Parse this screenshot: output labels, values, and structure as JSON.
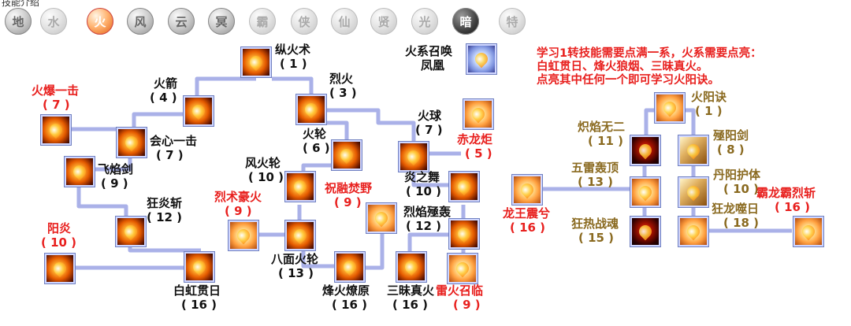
{
  "header": {
    "title": "技能介绍"
  },
  "colors": {
    "link": "#aab1e8",
    "red": "#e8201e",
    "gold": "#8a6a20",
    "dark": "#111111"
  },
  "tabs": [
    {
      "label": "地",
      "state": "normal"
    },
    {
      "label": "水",
      "state": "faded"
    },
    {
      "label": "火",
      "state": "active"
    },
    {
      "label": "风",
      "state": "normal"
    },
    {
      "label": "云",
      "state": "normal"
    },
    {
      "label": "冥",
      "state": "normal"
    },
    {
      "label": "霸",
      "state": "faded"
    },
    {
      "label": "侠",
      "state": "faded"
    },
    {
      "label": "仙",
      "state": "faded"
    },
    {
      "label": "贤",
      "state": "faded"
    },
    {
      "label": "光",
      "state": "faded"
    },
    {
      "label": "暗",
      "state": "dark"
    },
    {
      "label": "特",
      "state": "faded"
    }
  ],
  "note": {
    "line1": "学习1转技能需要点满一系，火系需要点亮：",
    "line2": "白虹贯日、烽火狼烟、三昧真火。",
    "line3": "点亮其中任何一个即可学习火阳诀。"
  },
  "skills": {
    "zonghuoshu": {
      "name": "纵火术",
      "lvl": "( 1 )"
    },
    "huojian": {
      "name": "火箭",
      "lvl": "( 4 )"
    },
    "liehuo": {
      "name": "烈火",
      "lvl": "( 3 )"
    },
    "huobao": {
      "name": "火爆一击",
      "lvl": "( 7 )"
    },
    "huixin": {
      "name": "会心一击",
      "lvl": "( 7 )"
    },
    "feiyanjian": {
      "name": "飞焰剑",
      "lvl": "( 9 )"
    },
    "kuangyanzhan": {
      "name": "狂炎斩",
      "lvl": "( 12 )"
    },
    "yangyan": {
      "name": "阳炎",
      "lvl": "( 10 )"
    },
    "baihong": {
      "name": "白虹贯日",
      "lvl": "( 16 )"
    },
    "huolun": {
      "name": "火轮",
      "lvl": "( 6 )"
    },
    "fenghuolun": {
      "name": "风火轮",
      "lvl": "( 10 )"
    },
    "lieshu": {
      "name": "烈术豪火",
      "lvl": "( 9 )"
    },
    "bamian": {
      "name": "八面火轮",
      "lvl": "( 13 )"
    },
    "zhurong": {
      "name": "祝融焚野",
      "lvl": "( 9 )"
    },
    "fenghuoliao": {
      "name": "烽火燎原",
      "lvl": "( 16 )"
    },
    "huoqiu": {
      "name": "火球",
      "lvl": "( 7 )"
    },
    "chilong": {
      "name": "赤龙炬",
      "lvl": "( 5 )"
    },
    "yanzhiwu": {
      "name": "炎之舞",
      "lvl": "( 10 )"
    },
    "lieyan": {
      "name": "烈焰殛轰",
      "lvl": "( 12 )"
    },
    "sanmei": {
      "name": "三昧真火",
      "lvl": "( 16 )"
    },
    "leihuo": {
      "name": "雷火召临",
      "lvl": "( 9 )"
    },
    "fenghuang": {
      "name": "火系召唤",
      "name2": "凤凰"
    },
    "huoyangjue": {
      "name": "火阳诀",
      "lvl": "( 1 )"
    },
    "chiyan": {
      "name": "炽焰无二",
      "lvl": "( 11 )"
    },
    "yiyangjian": {
      "name": "殛阳剑",
      "lvl": "( 8 )"
    },
    "wulei": {
      "name": "五雷轰顶",
      "lvl": "( 13 )"
    },
    "danyang": {
      "name": "丹阳护体",
      "lvl": "( 10 )"
    },
    "longwang": {
      "name": "龙王震兮",
      "lvl": "( 16 )"
    },
    "kuangre": {
      "name": "狂热战魂",
      "lvl": "( 15 )"
    },
    "kuanglong": {
      "name": "狂龙噬日",
      "lvl": "( 18 )"
    },
    "balong": {
      "name": "霸龙霸烈斩",
      "lvl": "( 16 )"
    }
  }
}
